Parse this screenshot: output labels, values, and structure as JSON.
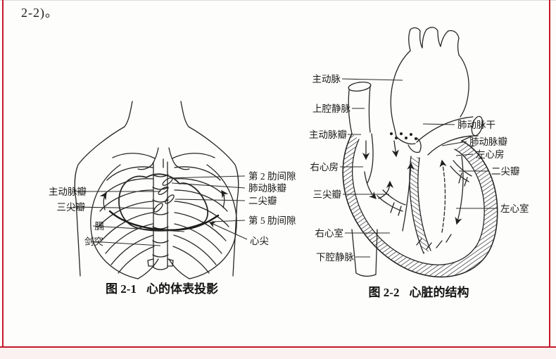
{
  "page": {
    "intro_text": "2-2)。",
    "accent_red": "#c3182b",
    "paper_color": "#fdfdfb",
    "ink_color": "#262626"
  },
  "figure1": {
    "caption": {
      "number": "图 2-1",
      "title": "心的体表投影"
    },
    "labels": {
      "aortic_valve": "主动脉瓣",
      "tricuspid_valve": "三尖瓣",
      "diaphragm": "膈",
      "xiphoid_process": "剑突",
      "second_intercostal_space": "第 2 肋间隙",
      "pulmonary_valve": "肺动脉瓣",
      "mitral_valve": "二尖瓣",
      "fifth_intercostal_space": "第 5 肋间隙",
      "cardiac_apex": "心尖"
    }
  },
  "figure2": {
    "caption": {
      "number": "图 2-2",
      "title": "心脏的结构"
    },
    "labels": {
      "aorta": "主动脉",
      "superior_vena_cava": "上腔静脉",
      "aortic_valve": "主动脉瓣",
      "right_atrium": "右心房",
      "tricuspid_valve": "三尖瓣",
      "right_ventricle": "右心室",
      "inferior_vena_cava": "下腔静脉",
      "pulmonary_trunk": "肺动脉干",
      "pulmonary_valve": "肺动脉瓣",
      "left_atrium": "左心房",
      "mitral_valve": "二尖瓣",
      "left_ventricle": "左心室"
    }
  }
}
